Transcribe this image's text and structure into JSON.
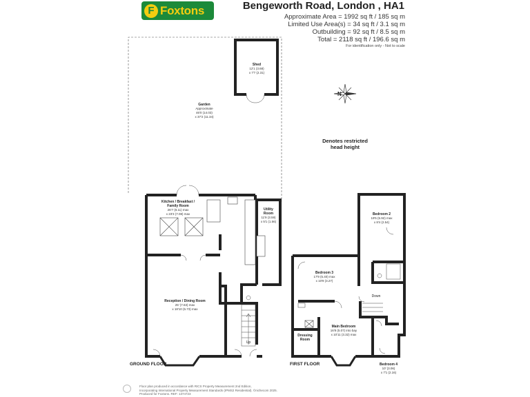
{
  "logo": {
    "initial": "F",
    "text": "Foxtons"
  },
  "title": "Bengeworth Road, London , HA1",
  "areas": {
    "approximate": "Approximate Area = 1992 sq ft / 185 sq m",
    "limited_use": "Limited Use Area(s) = 34 sq ft / 3.1 sq m",
    "outbuilding": "Outbuilding = 92 sq ft / 8.5 sq m",
    "total": "Total = 2118 sq ft / 196.6 sq m"
  },
  "note": "For identification only - Not to scale",
  "restricted_label": [
    "Denotes restricted",
    "head height"
  ],
  "compass": {
    "north": "N"
  },
  "floors": {
    "ground": "GROUND FLOOR",
    "first": "FIRST FLOOR"
  },
  "rooms": {
    "shed": {
      "name": "Shed",
      "dim1": "12'1 (3.68)",
      "dim2": "x 7'7 (2.31)"
    },
    "garden": {
      "name": "Garden",
      "dim1": "Approximate",
      "dim2": "46'0 (14.03)",
      "dim3": "x 37'2 (11.34)"
    },
    "kitchen": {
      "name1": "Kitchen / Breakfast /",
      "name2": "Family Room",
      "dim1": "26'7 (8.11) max",
      "dim2": "x 23'3 (7.08) max"
    },
    "utility": {
      "name1": "Utility",
      "name2": "Room",
      "dim1": "11'9 (3.59)",
      "dim2": "x 5'1 (1.56)"
    },
    "reception": {
      "name": "Reception / Dining Room",
      "dim1": "25' (7.63) max",
      "dim2": "x 18'10 (5.73) max"
    },
    "up": "Up",
    "bedroom2": {
      "name": "Bedroom 2",
      "dim1": "19'5 (5.92) max",
      "dim2": "x 8'4 (2.54)"
    },
    "bedroom3": {
      "name": "Bedroom 3",
      "dim1": "17'9 (5.40) max",
      "dim2": "x 10'9 (3.27)"
    },
    "down": "Down",
    "main_bedroom": {
      "name": "Main Bedroom",
      "dim1": "16'8 (5.07) into bay",
      "dim2": "x 10'11 (3.32) max"
    },
    "dressing": {
      "name1": "Dressing",
      "name2": "Room"
    },
    "bedroom4": {
      "name": "Bedroom 4",
      "dim1": "10' (3.06)",
      "dim2": "x 7'1 (2.16)"
    }
  },
  "disclaimer": [
    "Floor plan produced in accordance with RICS Property Measurement 2nd Edition,",
    "Incorporating International Property Measurement Standards (IPMS2 Residential). ©nichecom 2025.",
    "Produced for Foxtons.   REF: 1374723"
  ]
}
